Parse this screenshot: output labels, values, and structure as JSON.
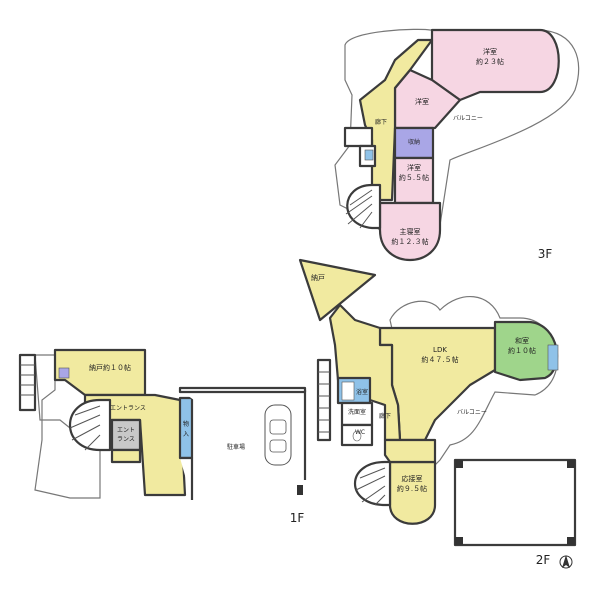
{
  "colors": {
    "pink": "#f6d6e3",
    "yellow": "#f1eaa0",
    "green": "#9fd58b",
    "purple": "#a9a6e6",
    "blue": "#8fc2e8",
    "gray": "#c8c8c8",
    "balcony": "#ffffff"
  },
  "floor3": {
    "label": "3F",
    "rooms": {
      "western_23": [
        "洋室",
        "約２３帖"
      ],
      "western": "洋室",
      "hallway": "廊下",
      "storage": "収納",
      "western_55": [
        "洋室",
        "約５.５帖"
      ],
      "master": [
        "主寝室",
        "約１２.３帖"
      ],
      "balcony": "バルコニー"
    }
  },
  "floor2": {
    "label": "2F",
    "rooms": {
      "closet": "納戸",
      "ldk": [
        "LDK",
        "約４７.５帖"
      ],
      "japanese": [
        "和室",
        "約１０帖"
      ],
      "bath": "浴室",
      "washroom": "洗面室",
      "wc": "WC",
      "hallway": "廊下",
      "balcony": "バルコニー",
      "reception": [
        "応接室",
        "約９.５帖"
      ]
    },
    "icons": [
      "north-arrow-icon"
    ]
  },
  "floor1": {
    "label": "1F",
    "rooms": {
      "closet_10": "納戸約１０帖",
      "entrance": "エントランス",
      "entrance_small": [
        "エント",
        "ランス"
      ],
      "storage": [
        "物",
        "入"
      ],
      "parking": "駐車場"
    },
    "icons": [
      "car-icon"
    ]
  }
}
